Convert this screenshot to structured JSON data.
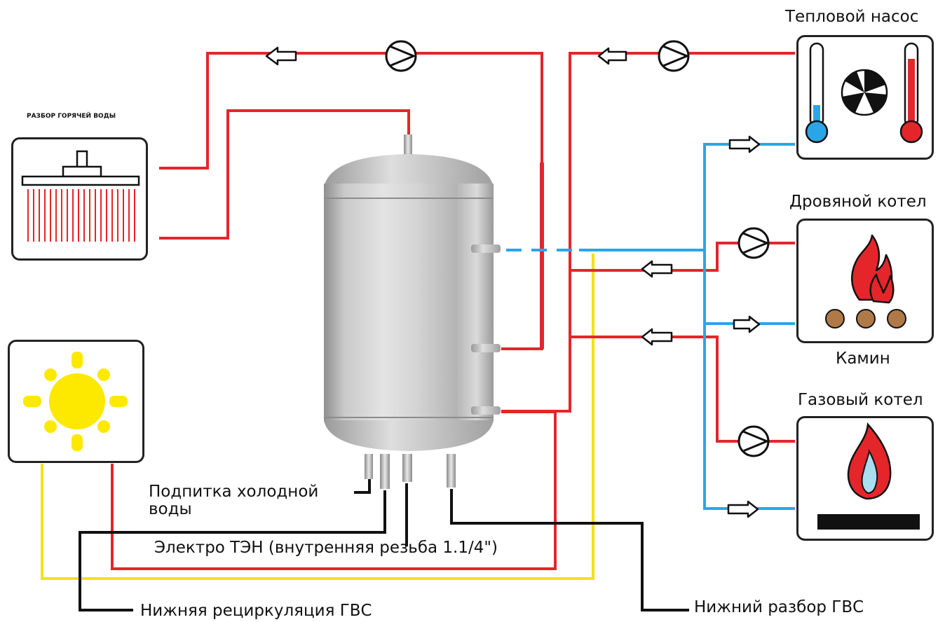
{
  "labels": {
    "heat_pump": "Тепловой насос",
    "hot_water_draw": "РАЗБОР ГОРЯЧЕЙ ВОДЫ",
    "wood_boiler": "Дровяной котел",
    "fireplace": "Камин",
    "gas_boiler": "Газовый котел",
    "cold_water_line1": "Подпитка  холодной",
    "cold_water_line2": "воды",
    "electric_heater": "Электро ТЭН (внутренняя резьба 1.1/4\")",
    "lower_recirculation": "Нижняя рециркуляция ГВС",
    "lower_draw": "Нижний разбор ГВС"
  },
  "colors": {
    "hot_pipe": "#e4262b",
    "cold_pipe": "#2aa6e8",
    "solar_pipe": "#f2e21a",
    "connection_pipe": "#111111",
    "sun": "#fde800",
    "flame": "#e4262b",
    "gas_flame_core": "#a9def0",
    "logs": "#b07a48"
  },
  "icons": [
    "shower-icon",
    "sun-icon",
    "thermometer-cold-icon",
    "fan-icon",
    "thermometer-hot-icon",
    "fire-icon",
    "logs-icon",
    "gas-flame-icon",
    "pump-icon",
    "flow-arrow-icon"
  ]
}
